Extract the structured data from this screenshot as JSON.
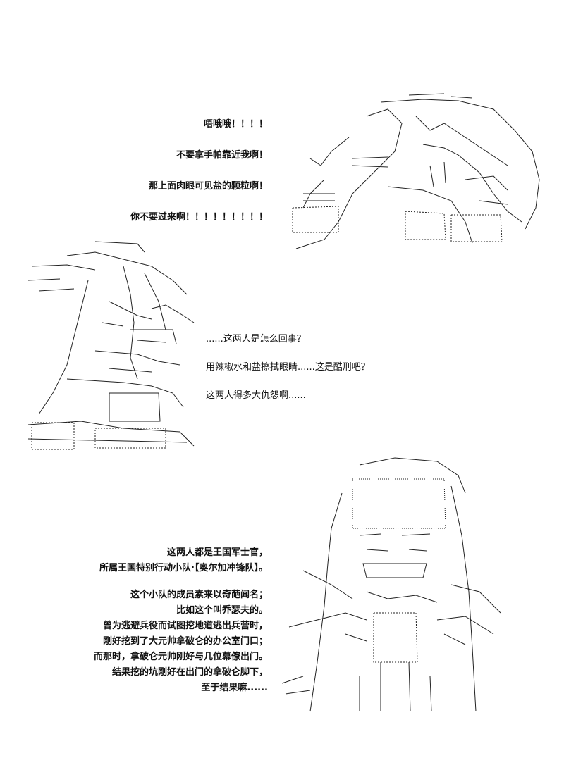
{
  "panel1": {
    "lines": [
      "唔哦哦！！！！",
      "不要拿手帕靠近我啊！",
      "那上面肉眼可见盐的颗粒啊！",
      "你不要过来啊！！！！！！！！！"
    ]
  },
  "panel2": {
    "lines": [
      "......这两人是怎么回事？",
      "用辣椒水和盐擦拭眼睛......这是酷刑吧？",
      "这两人得多大仇怨啊......"
    ]
  },
  "panel3": {
    "group1": [
      "这两人都是王国军士官，",
      "所属王国特别行动小队·【奥尔加冲锋队】。"
    ],
    "group2": [
      "这个小队的成员素来以奇葩闻名；",
      "比如这个叫乔瑟夫的。",
      "曾为逃避兵役而试图挖地道逃出兵营时，",
      "刚好挖到了大元帅拿破仑的办公室门口；",
      "而那时，拿破仑元帅刚好与几位幕僚出门。",
      "结果挖的坑刚好在出门的拿破仑脚下，",
      "至于结果嘛......"
    ]
  }
}
